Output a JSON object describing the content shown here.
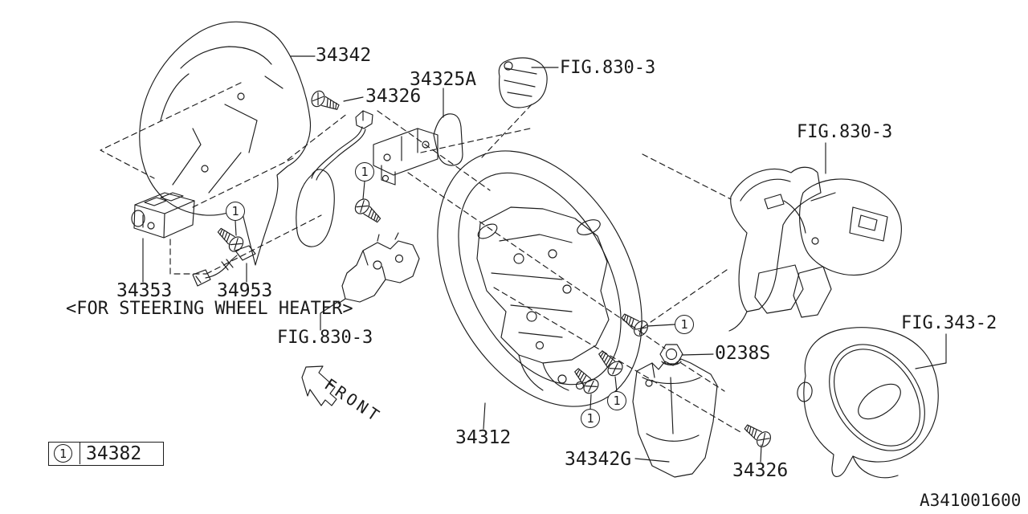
{
  "diagram": {
    "drawing_number": "A341001600",
    "note": "<FOR STEERING WHEEL HEATER>",
    "front_label": "FRONT",
    "callout_symbol": "1",
    "labels": {
      "cover_upper": "34342",
      "screw_upper": "34326",
      "switch_bracket": "34325A",
      "fig_paddle_switch_upper": "FIG.830-3",
      "fig_switch_assembly_right": "FIG.830-3",
      "fig_column_switch_lower": "FIG.830-3",
      "heater_unit": "34353",
      "heater_cord": "34953",
      "steering_wheel": "34312",
      "cover_lower": "34342G",
      "screw_lower": "34326",
      "nut": "0238S",
      "fig_airbag_module": "FIG.343-2"
    },
    "legend": {
      "callout_symbol": "1",
      "part_number": "34382"
    }
  }
}
